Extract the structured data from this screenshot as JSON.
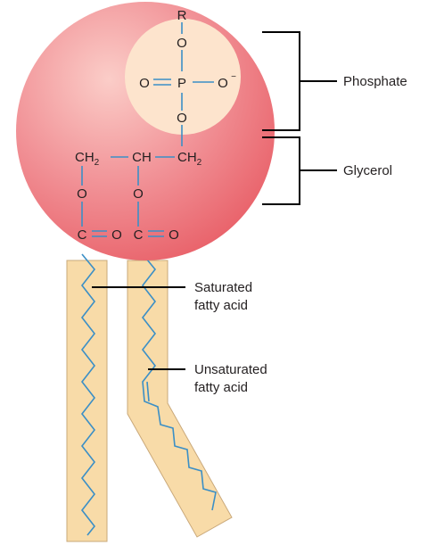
{
  "head": {
    "colors": {
      "head_dark": "#e9636b",
      "head_light": "#fbcdc8",
      "phosphate_bg": "#fde4cd",
      "bond": "#3b8fc6",
      "tail_fill": "#f8dba8",
      "tail_stroke": "#c9a87a",
      "line": "#000000"
    }
  },
  "phosphate_group": {
    "r": "R",
    "o_top": "O",
    "o_left": "O",
    "p": "P",
    "o_right": "O",
    "charge": "−",
    "o_bottom": "O"
  },
  "glycerol_group": {
    "ch2_left": "CH",
    "ch2_left_sub": "2",
    "ch": "CH",
    "ch2_right": "CH",
    "ch2_right_sub": "2",
    "o_left": "O",
    "o_right": "O",
    "c_left": "C",
    "o_dbl_left": "O",
    "c_right": "C",
    "o_dbl_right": "O"
  },
  "labels": {
    "phosphate": "Phosphate",
    "glycerol": "Glycerol",
    "saturated_line1": "Saturated",
    "saturated_line2": "fatty acid",
    "unsaturated_line1": "Unsaturated",
    "unsaturated_line2": "fatty acid"
  }
}
